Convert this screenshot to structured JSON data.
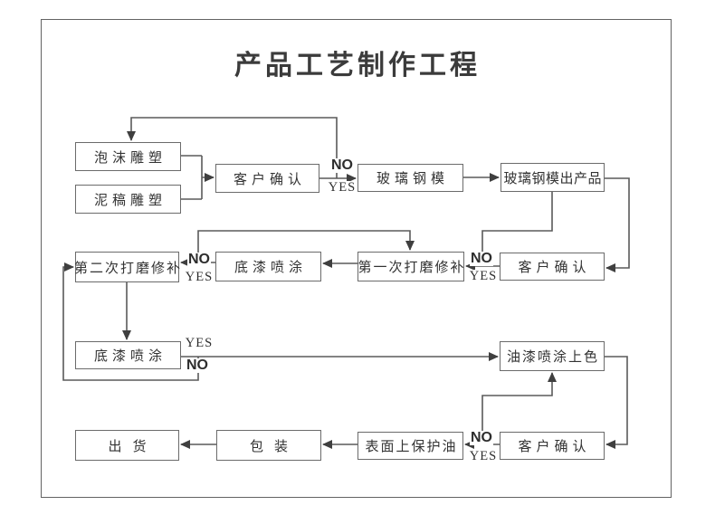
{
  "page": {
    "title": "产品工艺制作工程"
  },
  "nodes": {
    "foam_sculpture": {
      "label": "泡沫雕塑"
    },
    "clay_sculpture": {
      "label": "泥稿雕塑"
    },
    "customer_confirm_1": {
      "label": "客户确认"
    },
    "fiberglass_mold": {
      "label": "玻璃钢模"
    },
    "mold_output_product": {
      "label": "玻璃钢模出产品"
    },
    "second_sanding": {
      "label": "第二次打磨修补"
    },
    "primer_spray_1": {
      "label": "底漆喷涂"
    },
    "first_sanding": {
      "label": "第一次打磨修补"
    },
    "customer_confirm_2": {
      "label": "客户确认"
    },
    "primer_spray_2": {
      "label": "底漆喷涂"
    },
    "paint_spray_color": {
      "label": "油漆喷涂上色"
    },
    "shipment": {
      "label": "出货"
    },
    "packaging": {
      "label": "包装"
    },
    "surface_protective_oil": {
      "label": "表面上保护油"
    },
    "customer_confirm_3": {
      "label": "客户确认"
    }
  },
  "edge_labels": {
    "confirm1": {
      "no": "NO",
      "yes": "YES"
    },
    "primer_check": {
      "no": "NO",
      "yes": "YES"
    },
    "confirm2": {
      "no": "NO",
      "yes": "YES"
    },
    "primer2_check": {
      "no": "NO",
      "yes": "YES"
    },
    "confirm3": {
      "no": "NO",
      "yes": "YES"
    }
  },
  "colors": {
    "line": "#5a5a5a",
    "arrowhead": "#3f3f3f",
    "box_border": "#6b6b6b",
    "text": "#333333",
    "title": "#3b3b3b",
    "background": "#ffffff"
  }
}
